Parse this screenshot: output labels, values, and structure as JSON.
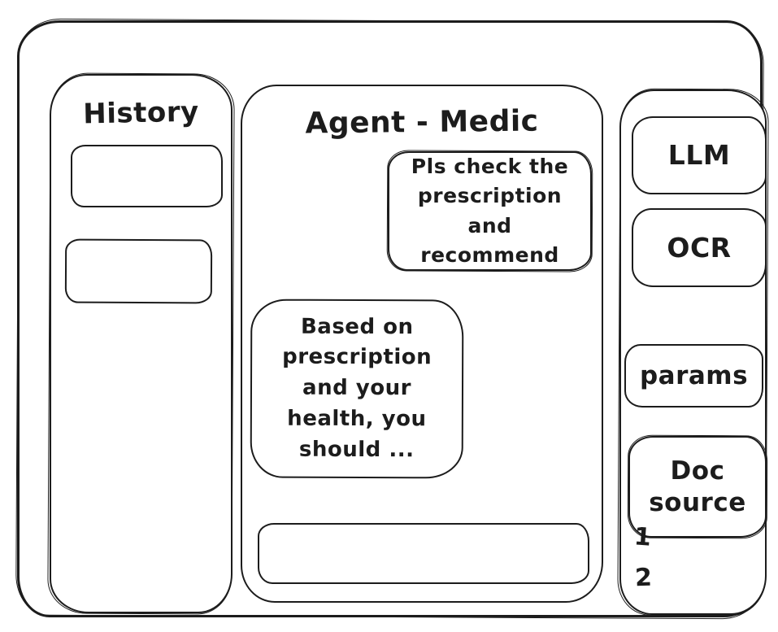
{
  "colors": {
    "stroke": "#1c1c1c",
    "background": "#ffffff"
  },
  "history_panel": {
    "title": "History",
    "items": [
      {
        "label": ""
      },
      {
        "label": ""
      }
    ]
  },
  "chat_panel": {
    "title": "Agent - Medic",
    "messages": [
      {
        "role": "user",
        "text": "Pls check the prescription and recommend"
      },
      {
        "role": "agent",
        "text": "Based on prescription and your health, you should ..."
      }
    ],
    "input": {
      "value": "",
      "placeholder": ""
    }
  },
  "tools_panel": {
    "buttons": [
      {
        "label": "LLM"
      },
      {
        "label": "OCR"
      },
      {
        "label": "params"
      },
      {
        "label": "Doc source"
      }
    ],
    "doc_source_items": [
      "1",
      "2"
    ]
  }
}
